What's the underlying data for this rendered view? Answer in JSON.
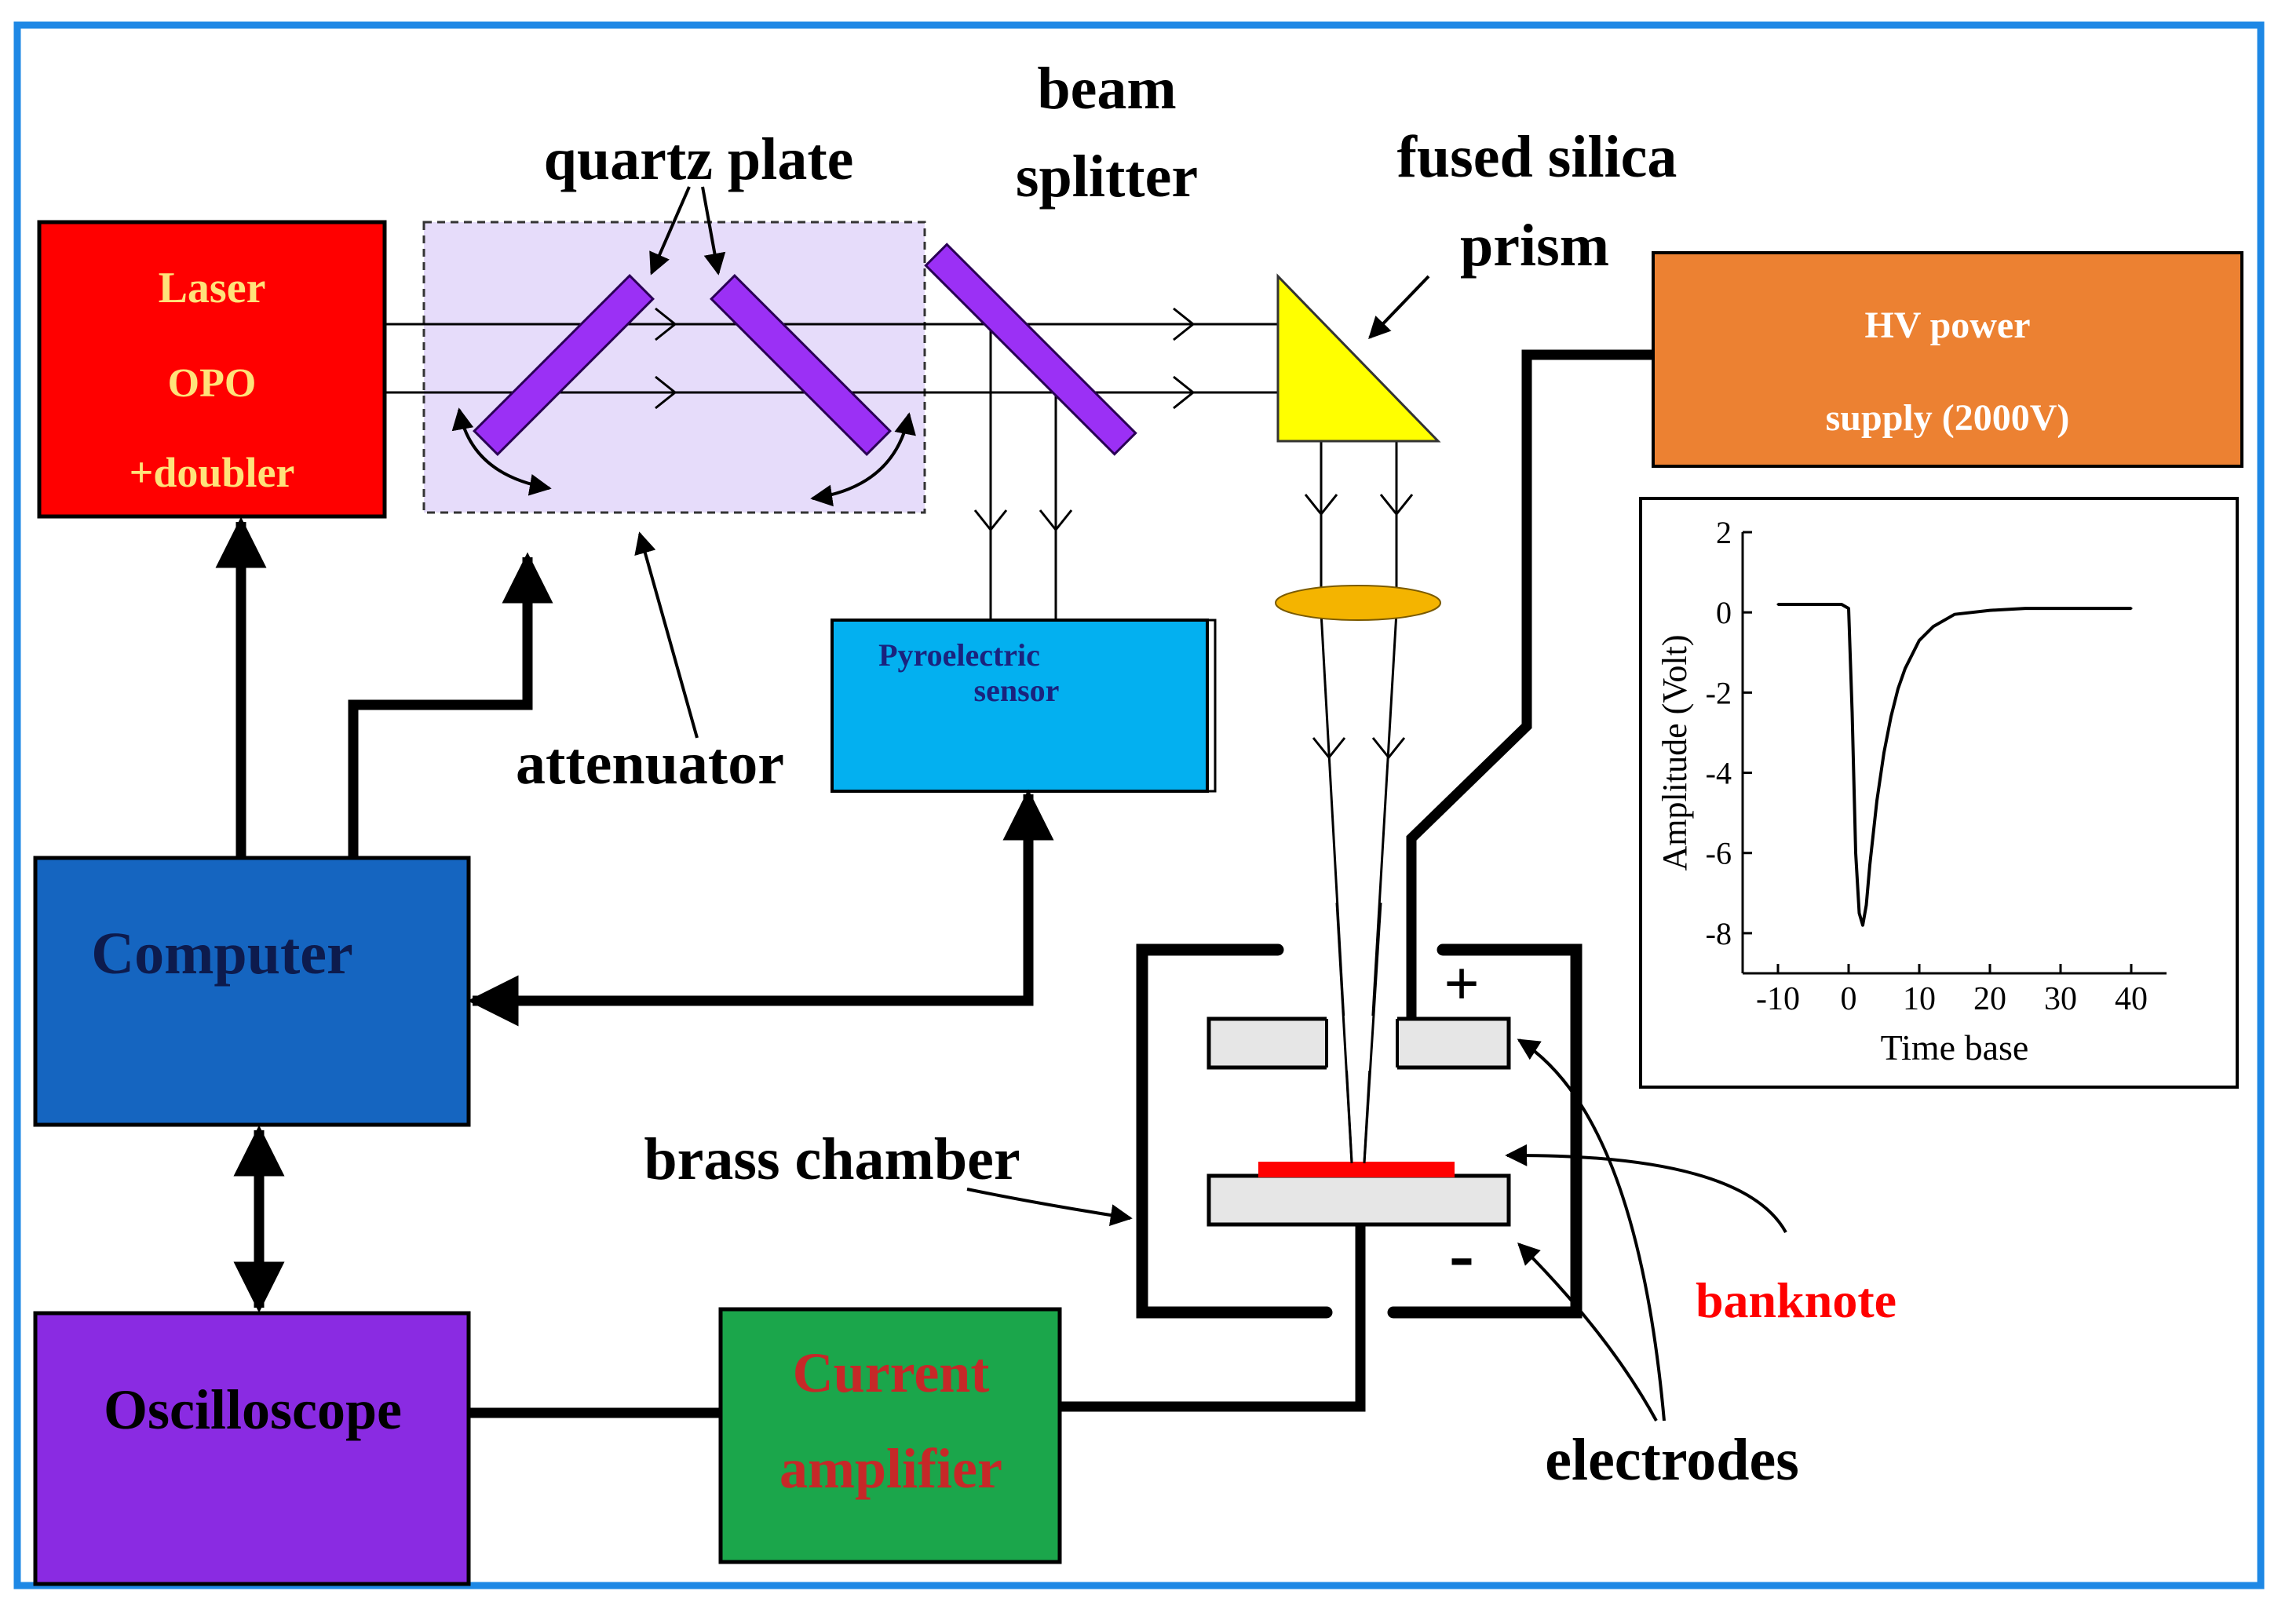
{
  "colors": {
    "frame": "#1E88E5",
    "laser_box": "#FF0000",
    "laser_text": "#FFE27A",
    "attenuator_fill": "#E6DCFA",
    "quartz_plate": "#9B30F5",
    "pyro_box": "#03B0F0",
    "pyro_text": "#1A237E",
    "hv_box": "#EC8132",
    "computer_box": "#1565C0",
    "computer_text": "#0D1B4D",
    "oscilloscope_box": "#8A2BE2",
    "amplifier_box": "#1BA64B",
    "amplifier_text": "#C62828",
    "prism": "#FFFF00",
    "lens": "#F4B400",
    "banknote": "#FF0000"
  },
  "labels": {
    "quartz_plate": "quartz plate",
    "beam_splitter": [
      "beam",
      "splitter"
    ],
    "fused_silica_prism": [
      "fused silica",
      "prism"
    ],
    "attenuator": "attenuator",
    "brass_chamber": "brass chamber",
    "banknote": "banknote",
    "electrodes": "electrodes",
    "plus": "+",
    "minus": "-"
  },
  "boxes": {
    "laser": [
      "Laser",
      "OPO",
      "+doubler"
    ],
    "pyro": [
      "Pyroelectric",
      "sensor"
    ],
    "hv": [
      "HV power",
      "supply (2000V)"
    ],
    "computer": "Computer",
    "oscilloscope": "Oscilloscope",
    "amplifier": [
      "Current",
      "amplifier"
    ]
  },
  "chart_data": {
    "type": "line",
    "title": "",
    "xlabel": "Time base",
    "ylabel": "Amplitude (Volt)",
    "xlim": [
      -15,
      45
    ],
    "ylim": [
      -9,
      2
    ],
    "xticks": [
      -10,
      0,
      10,
      20,
      30,
      40
    ],
    "yticks": [
      2,
      0,
      -2,
      -4,
      -6,
      -8
    ],
    "grid": false,
    "series": [
      {
        "x": [
          -10,
          -5,
          -1,
          0,
          0.5,
          1,
          1.5,
          2,
          2.5,
          3,
          4,
          5,
          6,
          7,
          8,
          10,
          12,
          15,
          20,
          25,
          30,
          40
        ],
        "y": [
          0.2,
          0.2,
          0.2,
          0.1,
          -2.5,
          -6.0,
          -7.5,
          -7.8,
          -7.3,
          -6.3,
          -4.7,
          -3.5,
          -2.6,
          -1.9,
          -1.4,
          -0.7,
          -0.35,
          -0.05,
          0.05,
          0.1,
          0.1,
          0.1
        ]
      }
    ]
  }
}
